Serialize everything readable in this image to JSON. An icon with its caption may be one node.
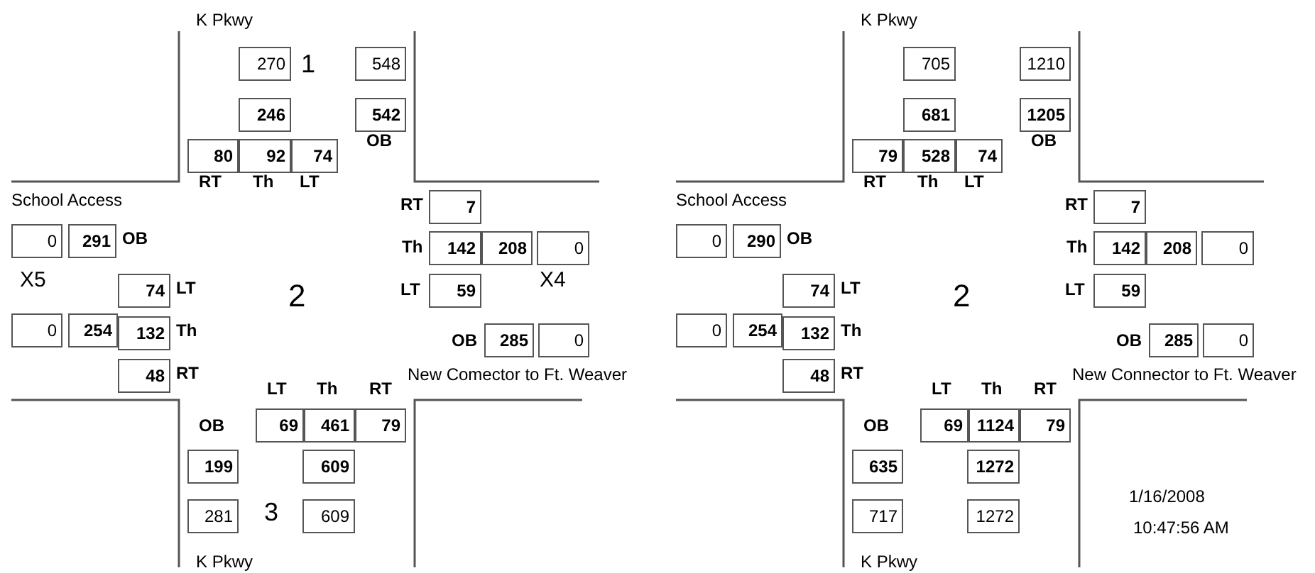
{
  "diagram": {
    "nodes": [
      {
        "text": [
          "270"
        ]
      },
      {
        "text": [
          "548"
        ]
      },
      {
        "text": [
          "246"
        ]
      },
      {
        "text": [
          "542"
        ]
      },
      {
        "text": [
          "80"
        ]
      },
      {
        "text": [
          "92"
        ]
      },
      {
        "text": [
          "74"
        ]
      },
      {
        "text": [
          "0"
        ]
      },
      {
        "text": [
          "291"
        ]
      },
      {
        "text": [
          "7"
        ]
      },
      {
        "text": [
          "142"
        ]
      },
      {
        "text": [
          "208"
        ]
      },
      {
        "text": [
          "0"
        ]
      },
      {
        "text": [
          "74"
        ]
      },
      {
        "text": [
          "59"
        ]
      },
      {
        "text": [
          "0"
        ]
      },
      {
        "text": [
          "254"
        ]
      },
      {
        "text": [
          "132"
        ]
      },
      {
        "text": [
          "285"
        ]
      },
      {
        "text": [
          "0"
        ]
      },
      {
        "text": [
          "48"
        ]
      },
      {
        "text": [
          "69"
        ]
      },
      {
        "text": [
          "461"
        ]
      },
      {
        "text": [
          "79"
        ]
      },
      {
        "text": [
          "199"
        ]
      },
      {
        "text": [
          "609"
        ]
      },
      {
        "text": [
          "281"
        ]
      },
      {
        "text": [
          "609"
        ]
      },
      {
        "text": [
          "705"
        ]
      },
      {
        "text": [
          "1210"
        ]
      },
      {
        "text": [
          "681"
        ]
      },
      {
        "text": [
          "1205"
        ]
      },
      {
        "text": [
          "79"
        ]
      },
      {
        "text": [
          "528"
        ]
      },
      {
        "text": [
          "74"
        ]
      },
      {
        "text": [
          "0"
        ]
      },
      {
        "text": [
          "290"
        ]
      },
      {
        "text": [
          "7"
        ]
      },
      {
        "text": [
          "142"
        ]
      },
      {
        "text": [
          "208"
        ]
      },
      {
        "text": [
          "0"
        ]
      },
      {
        "text": [
          "74"
        ]
      },
      {
        "text": [
          "59"
        ]
      },
      {
        "text": [
          "0"
        ]
      },
      {
        "text": [
          "254"
        ]
      },
      {
        "text": [
          "132"
        ]
      },
      {
        "text": [
          "285"
        ]
      },
      {
        "text": [
          "0"
        ]
      },
      {
        "text": [
          "48"
        ]
      },
      {
        "text": [
          "69"
        ]
      },
      {
        "text": [
          "1124"
        ]
      },
      {
        "text": [
          "79"
        ]
      },
      {
        "text": [
          "635"
        ]
      },
      {
        "text": [
          "1272"
        ]
      },
      {
        "text": [
          "717"
        ]
      },
      {
        "text": [
          "1272"
        ]
      }
    ],
    "labels": [
      "K Pkwy",
      "1",
      "OB",
      "RT",
      "Th",
      "LT",
      "School Access",
      "RT",
      "OB",
      "Th",
      "X5",
      "LT",
      "2",
      "LT",
      "X4",
      "Th",
      "OB",
      "RT",
      "New Comector to Ft. Weaver",
      "LT",
      "Th",
      "RT",
      "OB",
      "3",
      "K Pkwy",
      "K Pkwy",
      "OB",
      "RT",
      "Th",
      "LT",
      "School Access",
      "RT",
      "OB",
      "Th",
      "LT",
      "2",
      "LT",
      "Th",
      "OB",
      "RT",
      "New Connector to Ft. Weaver",
      "LT",
      "Th",
      "RT",
      "OB",
      "K Pkwy",
      "1/16/2008",
      "10:47:56 AM"
    ]
  }
}
